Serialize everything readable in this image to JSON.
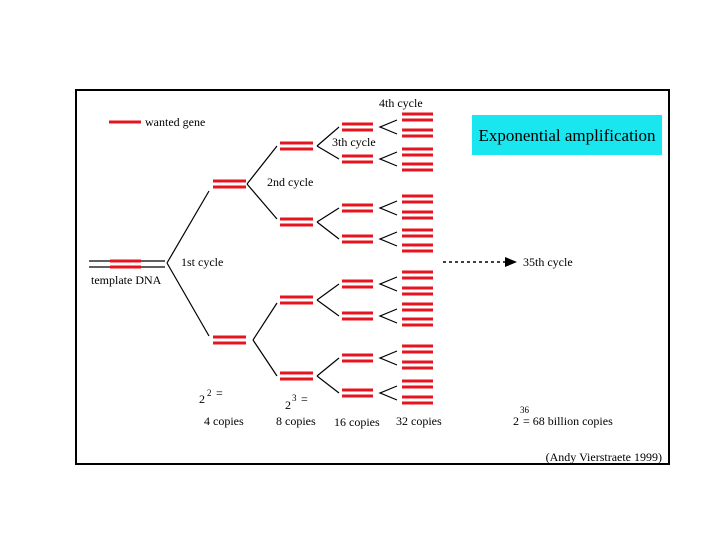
{
  "legend": {
    "label": "wanted gene"
  },
  "title_box": {
    "text": "Exponential amplification",
    "color": "#19e6ef"
  },
  "template": {
    "label": "template DNA"
  },
  "cycles": {
    "c1": "1st cycle",
    "c2": "2nd cycle",
    "c3": "3th cycle",
    "c4": "4th cycle",
    "c35": "35th cycle"
  },
  "counts": {
    "c4": {
      "base": "2",
      "exp": "2",
      "eq": "=",
      "copies": "4 copies"
    },
    "c8": {
      "base": "2",
      "exp": "3",
      "eq": "=",
      "copies": "8 copies"
    },
    "c16": {
      "copies": "16 copies"
    },
    "c32": {
      "copies": "32 copies"
    },
    "final": {
      "base": "2",
      "exp": "36",
      "text": "= 68 billion copies"
    }
  },
  "credit": "(Andy Vierstraete 1999)",
  "colors": {
    "gene": "#e4151f",
    "strand": "#000000"
  }
}
